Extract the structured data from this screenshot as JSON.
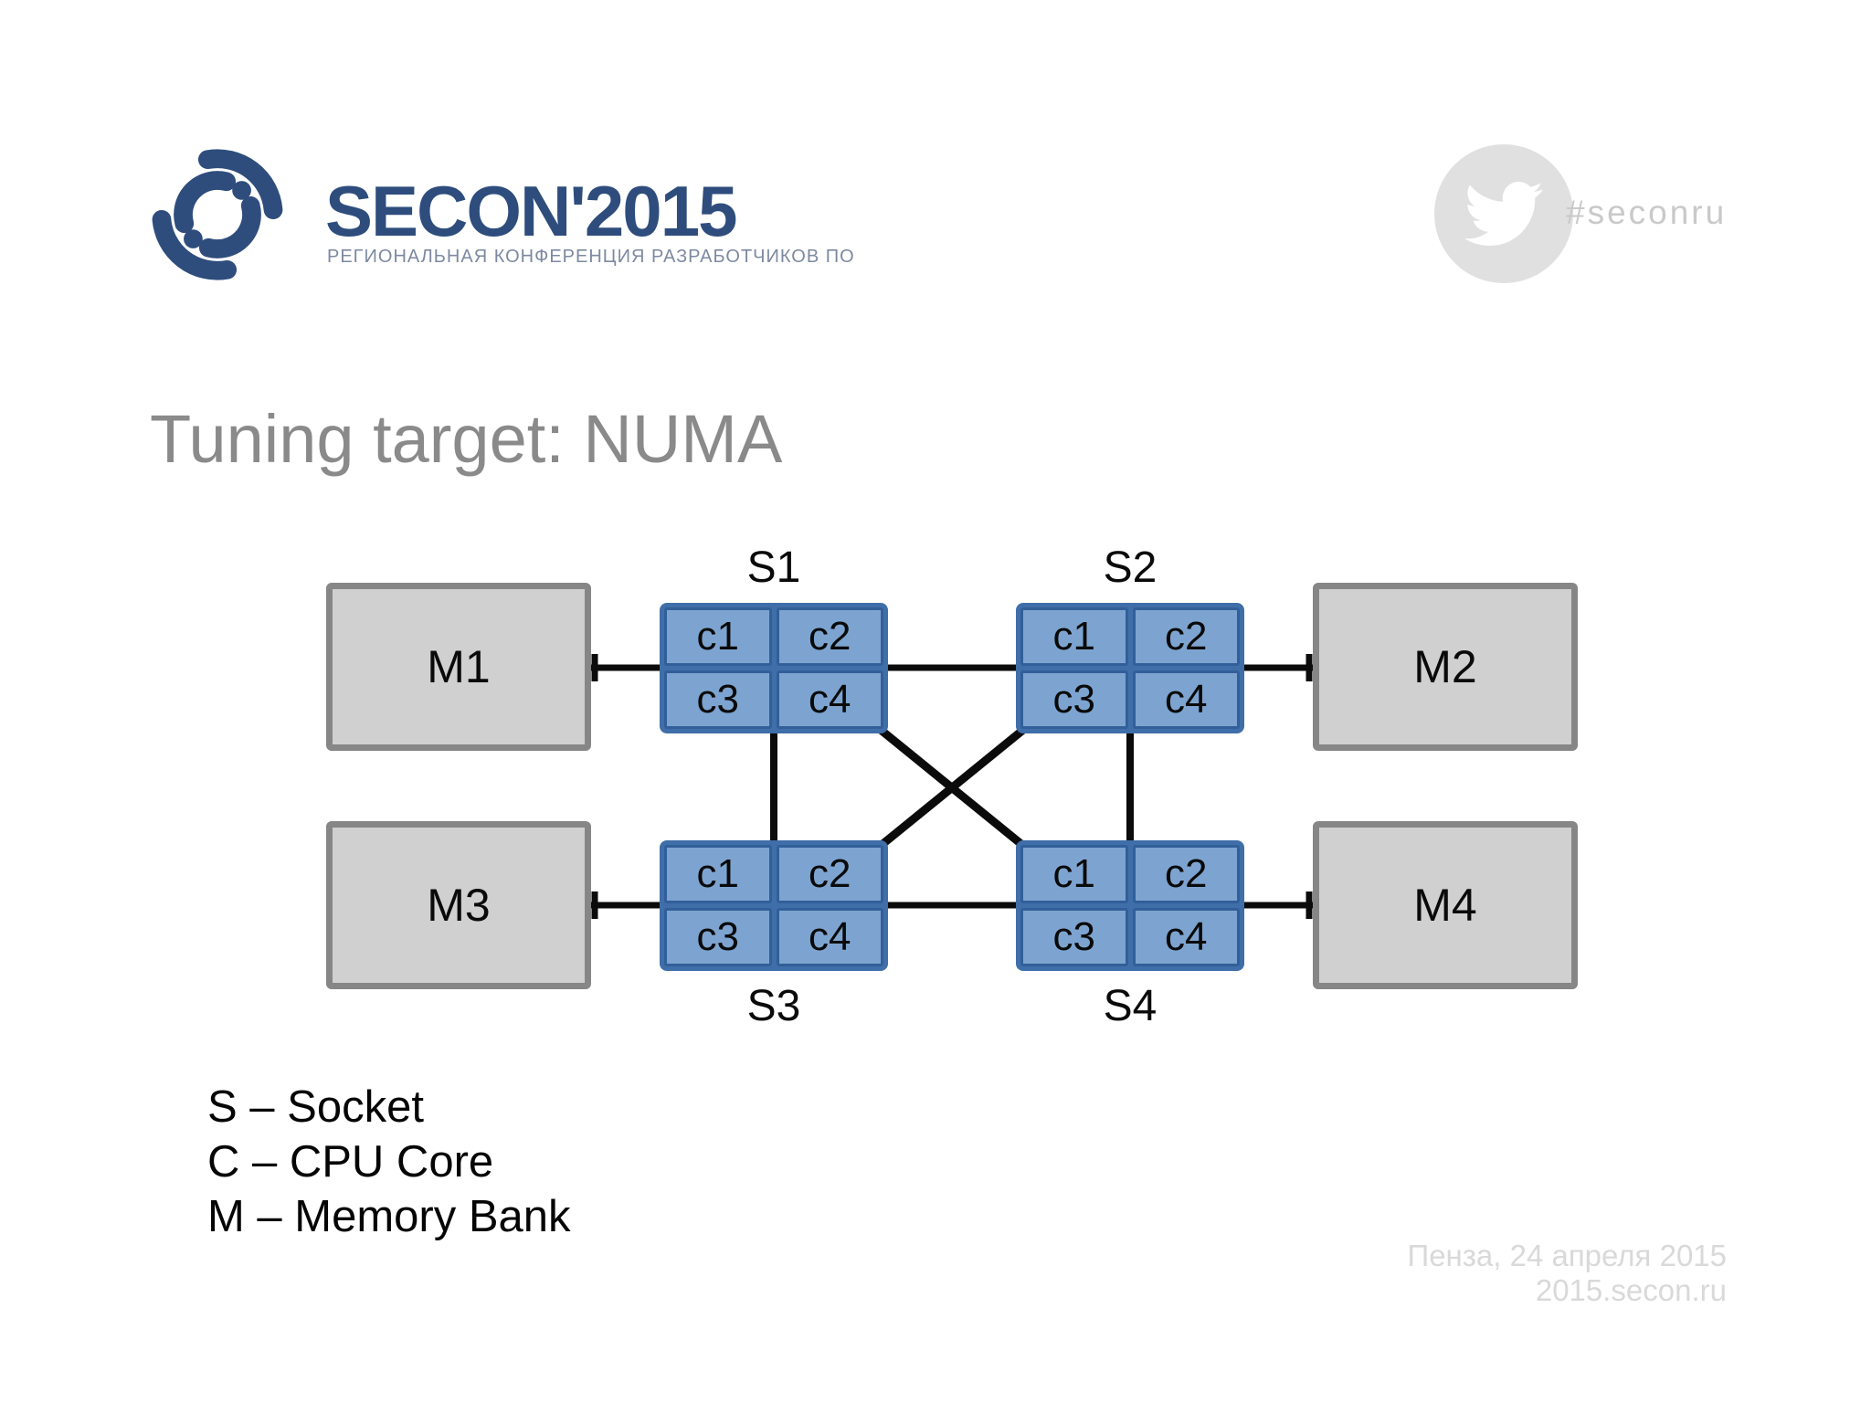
{
  "header": {
    "logo": {
      "brand": "SECON'2015",
      "subtitle": "РЕГИОНАЛЬНАЯ КОНФЕРЕНЦИЯ РАЗРАБОТЧИКОВ ПО"
    },
    "social": {
      "hashtag": "#seconru",
      "icon": "twitter-bird-icon"
    }
  },
  "title": "Tuning target: NUMA",
  "diagram": {
    "memories": [
      {
        "label": "M1"
      },
      {
        "label": "M2"
      },
      {
        "label": "M3"
      },
      {
        "label": "M4"
      }
    ],
    "sockets": [
      {
        "label": "S1",
        "cores": [
          "c1",
          "c2",
          "c3",
          "c4"
        ]
      },
      {
        "label": "S2",
        "cores": [
          "c1",
          "c2",
          "c3",
          "c4"
        ]
      },
      {
        "label": "S3",
        "cores": [
          "c1",
          "c2",
          "c3",
          "c4"
        ]
      },
      {
        "label": "S4",
        "cores": [
          "c1",
          "c2",
          "c3",
          "c4"
        ]
      }
    ],
    "colors": {
      "core_fill": "#7da4d0",
      "core_border": "#315f99",
      "socket_frame": "#3f6ea9",
      "memory_fill": "#d1d0d1",
      "memory_border": "#868686",
      "wire": "#0b0b0b",
      "logo_blue": "#2e4d7d"
    }
  },
  "legend": {
    "items": [
      "S – Socket",
      "C – CPU Core",
      "M – Memory Bank"
    ]
  },
  "footer": {
    "line1": "Пенза, 24 апреля 2015",
    "line2": "2015.secon.ru"
  }
}
